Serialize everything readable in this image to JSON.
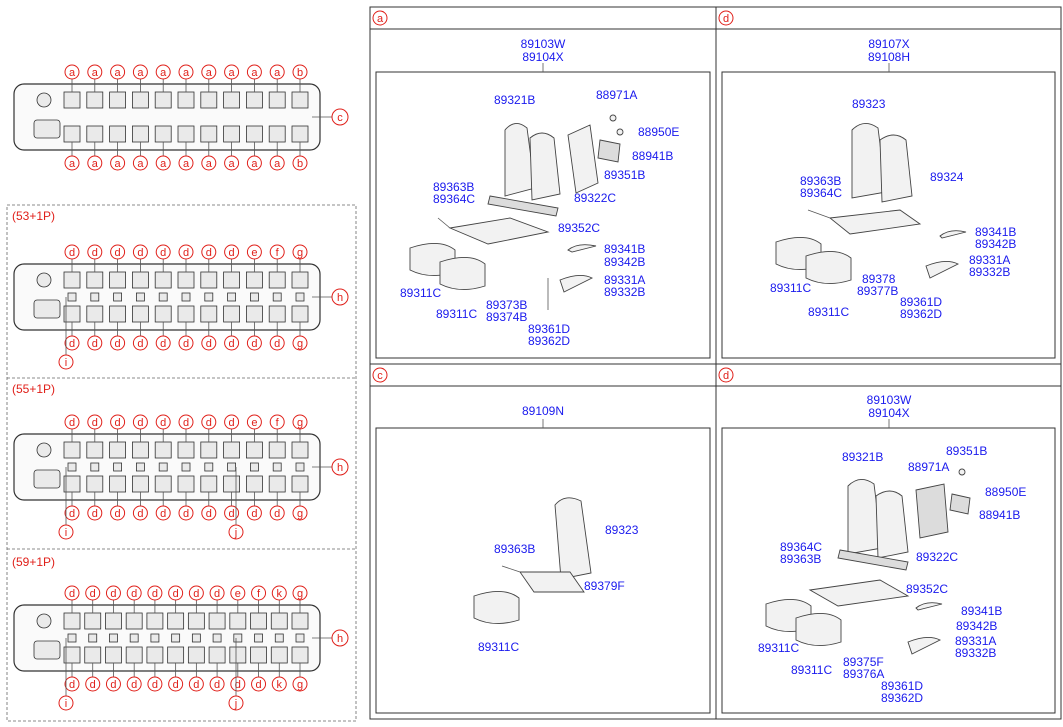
{
  "config_labels": [
    "(53+1P)",
    "(55+1P)",
    "(59+1P)"
  ],
  "layout_top": {
    "top_row": [
      "a",
      "a",
      "a",
      "a",
      "a",
      "a",
      "a",
      "a",
      "a",
      "a",
      "b"
    ],
    "bottom_row": [
      "a",
      "a",
      "a",
      "a",
      "a",
      "a",
      "a",
      "a",
      "a",
      "a",
      "b"
    ],
    "side": "c"
  },
  "layout_53": {
    "top_row": [
      "d",
      "d",
      "d",
      "d",
      "d",
      "d",
      "d",
      "d",
      "e",
      "f",
      "g"
    ],
    "bottom_row": [
      "d",
      "d",
      "d",
      "d",
      "d",
      "d",
      "d",
      "d",
      "d",
      "d",
      "g"
    ],
    "side": "h",
    "extra": [
      "i"
    ]
  },
  "layout_55": {
    "top_row": [
      "d",
      "d",
      "d",
      "d",
      "d",
      "d",
      "d",
      "d",
      "e",
      "f",
      "g"
    ],
    "bottom_row": [
      "d",
      "d",
      "d",
      "d",
      "d",
      "d",
      "d",
      "d",
      "d",
      "d",
      "g"
    ],
    "side": "h",
    "extra": [
      "i",
      "j"
    ]
  },
  "layout_59": {
    "top_row": [
      "d",
      "d",
      "d",
      "d",
      "d",
      "d",
      "d",
      "d",
      "e",
      "f",
      "k",
      "g"
    ],
    "bottom_row": [
      "d",
      "d",
      "d",
      "d",
      "d",
      "d",
      "d",
      "d",
      "d",
      "d",
      "k",
      "g"
    ],
    "side": "h",
    "extra": [
      "i",
      "j"
    ]
  },
  "panel_a": {
    "tag": "a",
    "title1": "89103W",
    "title2": "89104X",
    "labels": [
      "89321B",
      "88971A",
      "88950E",
      "88941B",
      "89351B",
      "89322C",
      "89363B",
      "89364C",
      "89352C",
      "89341B",
      "89342B",
      "89331A",
      "89332B",
      "89311C",
      "89311C",
      "89373B",
      "89374B",
      "89361D",
      "89362D"
    ]
  },
  "panel_d1": {
    "tag": "d",
    "title1": "89107X",
    "title2": "89108H",
    "labels": [
      "89323",
      "89324",
      "89363B",
      "89364C",
      "89341B",
      "89342B",
      "89331A",
      "89332B",
      "89311C",
      "89378",
      "89377B",
      "89311C",
      "89361D",
      "89362D"
    ]
  },
  "panel_c": {
    "tag": "c",
    "title1": "89109N",
    "labels": [
      "89323",
      "89363B",
      "89379F",
      "89311C"
    ]
  },
  "panel_d2": {
    "tag": "d",
    "title1": "89103W",
    "title2": "89104X",
    "labels": [
      "89321B",
      "88971A",
      "89351B",
      "88950E",
      "88941B",
      "89364C",
      "89363B",
      "89322C",
      "89352C",
      "89341B",
      "89342B",
      "89331A",
      "89332B",
      "89311C",
      "89311C",
      "89375F",
      "89376A",
      "89361D",
      "89362D"
    ]
  }
}
